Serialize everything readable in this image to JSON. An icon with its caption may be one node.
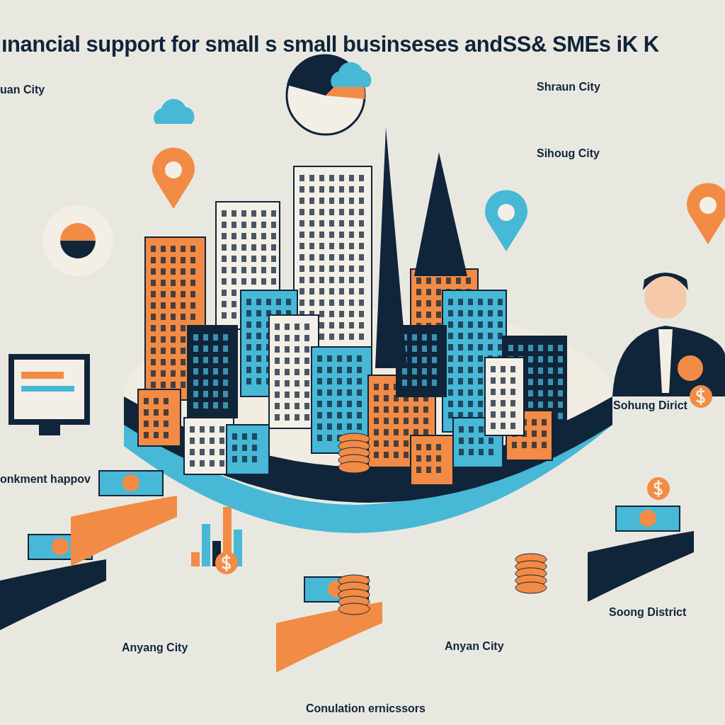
{
  "diagram": {
    "title": "ınancial support for small s small businseses andSS& SMEs iK K",
    "labels": [
      "uan City",
      "Shraun City",
      "Sihoug City",
      "Sohung Dirict",
      "onkment happov",
      "Anyang City",
      "Anyan City",
      "Soong District",
      "Conulation ernicssors"
    ]
  }
}
